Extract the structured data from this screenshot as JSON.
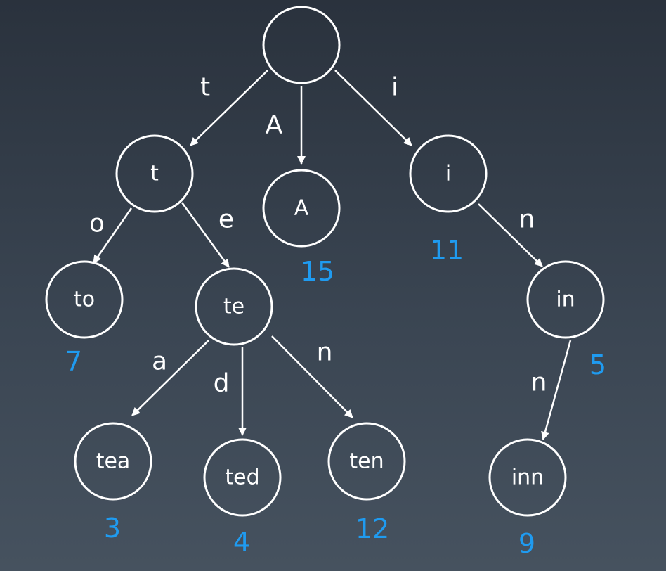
{
  "diagram": {
    "type": "trie",
    "colors": {
      "line": "#ffffff",
      "node_text": "#ffffff",
      "edge_label": "#ffffff",
      "value": "#1f9bf0"
    },
    "nodes": [
      {
        "id": "root",
        "label": "",
        "value": ""
      },
      {
        "id": "t",
        "label": "t",
        "value": ""
      },
      {
        "id": "A",
        "label": "A",
        "value": "15"
      },
      {
        "id": "i",
        "label": "i",
        "value": "11"
      },
      {
        "id": "to",
        "label": "to",
        "value": "7"
      },
      {
        "id": "te",
        "label": "te",
        "value": ""
      },
      {
        "id": "in",
        "label": "in",
        "value": "5"
      },
      {
        "id": "tea",
        "label": "tea",
        "value": "3"
      },
      {
        "id": "ted",
        "label": "ted",
        "value": "4"
      },
      {
        "id": "ten",
        "label": "ten",
        "value": "12"
      },
      {
        "id": "inn",
        "label": "inn",
        "value": "9"
      }
    ],
    "edges": [
      {
        "from": "root",
        "to": "t",
        "label": "t"
      },
      {
        "from": "root",
        "to": "A",
        "label": "A"
      },
      {
        "from": "root",
        "to": "i",
        "label": "i"
      },
      {
        "from": "t",
        "to": "to",
        "label": "o"
      },
      {
        "from": "t",
        "to": "te",
        "label": "e"
      },
      {
        "from": "i",
        "to": "in",
        "label": "n"
      },
      {
        "from": "te",
        "to": "tea",
        "label": "a"
      },
      {
        "from": "te",
        "to": "ted",
        "label": "d"
      },
      {
        "from": "te",
        "to": "ten",
        "label": "n"
      },
      {
        "from": "in",
        "to": "inn",
        "label": "n"
      }
    ]
  }
}
